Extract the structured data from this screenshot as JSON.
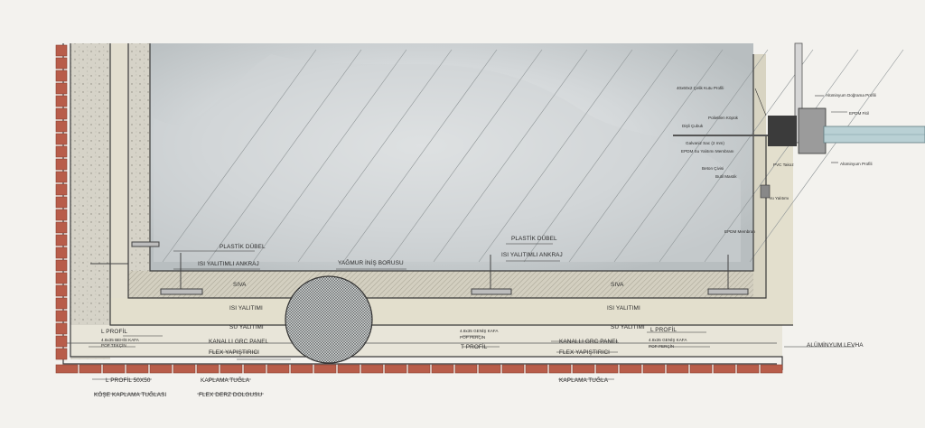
{
  "labels": {
    "plastik_dubel_left": "PLASTİK DÜBEL",
    "isi_yalitimli_ankraj_left": "ISI YALITIMLI ANKRAJ",
    "yagmur_inis_borusu": "YAĞMUR İNİŞ BORUSU",
    "plastik_dubel_right": "PLASTİK DÜBEL",
    "isi_yalitimli_ankraj_right": "ISI YALITIMLI ANKRAJ",
    "siva_left": "SIVA",
    "siva_right": "SIVA",
    "isi_yalitimi_left": "ISI YALITIMI",
    "isi_yalitimi_right": "ISI YALITIMI",
    "su_yalitimi_left": "SU YALITIMI",
    "su_yalitimi_right": "SU YALITIMI",
    "l_profil_left": "L PROFİL",
    "bihis_left": "4.8x35 BEHİS KAFA",
    "pop_perkin_left": "POP TEKÇİN",
    "kanalli_grc_left": "KANALLI GRC PANEL",
    "flex_yap_left": "FLEX YAPIŞTIRICI",
    "l_profil_5050": "L PROFİL 50X50",
    "kaplama_tugla_left": "KAPLAMA TUĞLA",
    "kose_kaplama": "KÖŞE KAPLAMA TUĞLASI",
    "flex_derz": "FLEX DERZ DOLGUSU",
    "genis_kafa_mid": "4.8x35 GENİŞ KAFA",
    "pop_percin_mid": "POP PERÇİN",
    "t_profil": "T PROFİL",
    "kanalli_grc_right": "KANALLI GRC PANEL",
    "flex_yap_right": "FLEX YAPIŞTIRICI",
    "kaplama_tugla_right": "KAPLAMA TUĞLA",
    "l_profil_right": "L PROFİL",
    "genis_kafa_right": "4.8x35 GENİŞ KAFA",
    "pop_percin_right": "POP PERÇİN",
    "aluminyum_levha": "ALÜMİNYUM LEVHA",
    "celik_kutu": "40x60x2 Çelik Kutu Profili",
    "polietilen": "Polietilen Köpük",
    "disli_cubuk": "Dişli Çubuk",
    "galvaniz": "Galvaniz Sac (2 mm)",
    "epdm_su": "EPDM Su Yalıtımı Membranı",
    "beton_civi": "Beton Çivisi",
    "butil": "Butil Mastik",
    "pvc": "PVC Takoz",
    "isi_yalitimi_short": "ısı Yalıtımı",
    "epdm_membran": "EPDM Membran",
    "al_dograma": "Alüminyum Doğrama Profili",
    "epdm_fitil": "EPDM Fitil",
    "al_profili": "Alüminyum Profili"
  },
  "colors": {
    "brick": "#b85d4a",
    "brick_dark": "#8a3f31",
    "concrete": "#d9d6cc",
    "insulation": "#e4e0cf",
    "plaster": "#cfcab7",
    "wash": "#c9cdcf",
    "line": "#3a3a3a",
    "glass": "#a9c6cc"
  }
}
